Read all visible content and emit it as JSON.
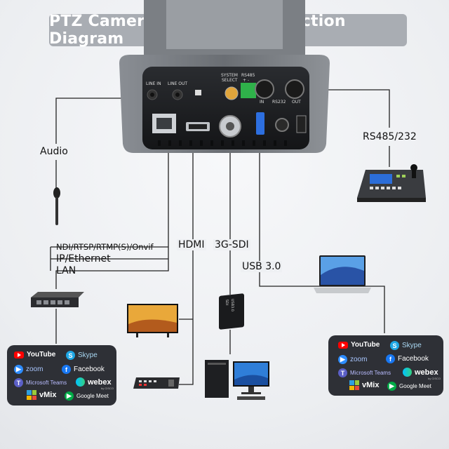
{
  "title": "PTZ Camera Interface Connection Diagram",
  "camera_panel": {
    "line_in": "LINE IN",
    "line_out": "LINE OUT",
    "system_select_1": "SYSTEM",
    "system_select_2": "SELECT",
    "rs485": "RS485",
    "plus_minus": "+ -",
    "in": "IN",
    "rs232": "RS232",
    "out": "OUT"
  },
  "labels": {
    "audio": "Audio",
    "rs485_232": "RS485/232",
    "network_protocols": "NDI/RTSP/RTMP(S)/Onvif",
    "ip_ethernet": "IP/Ethernet",
    "lan": "LAN",
    "hdmi": "HDMI",
    "sdi": "3G-SDI",
    "usb": "USB 3.0",
    "sdi_box_1": "SDI",
    "sdi_box_2": "USB3.0"
  },
  "services": {
    "youtube": "YouTube",
    "skype": "Skype",
    "zoom": "zoom",
    "facebook": "Facebook",
    "teams": "Microsoft Teams",
    "webex": "webex",
    "webex_sub": "by CISCO",
    "vmix": "vMix",
    "google_meet": "Google Meet"
  },
  "colors": {
    "title_bg": "#a9adb3",
    "panel_bg": "#2e3036",
    "youtube": "#ff0000",
    "skype": "#1ea7e6",
    "zoom": "#2d8cff",
    "facebook": "#1877f2",
    "teams": "#5b5fc7"
  }
}
